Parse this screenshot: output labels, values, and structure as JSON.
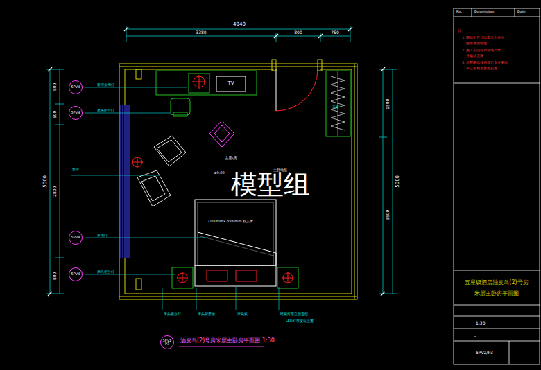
{
  "diagram": {
    "title": "油皮岛(2)号房米层主卧房平面图 1:30",
    "nodes": [
      {
        "text": [
          "5PV4"
        ]
      },
      {
        "text": [
          "5PV4"
        ]
      },
      {
        "text": [
          "5PV4"
        ]
      },
      {
        "text": [
          "5PV4"
        ]
      },
      {
        "text": [
          "5PV2",
          "P3"
        ]
      }
    ],
    "labels": [
      "4940",
      "3380",
      "800",
      "760",
      "5000",
      "800",
      "600",
      "2800",
      "800",
      "5000",
      "1500",
      "3500",
      "TV",
      "主卧房",
      "±0.00",
      "主卧地毯",
      "2100mm×2000mm 双人床",
      "模型组",
      "窗帘盒用灯",
      "床头柜台灯",
      "窗帘",
      "落地灯",
      "床头柜台灯",
      "床头柜台灯",
      "床头背景墙",
      "床头板",
      "暗藏灯带立面造型",
      "LED灯带安装位置",
      "衣柜",
      "No.",
      "Description",
      "Date",
      "注:",
      "1. 图纸中尺寸以毫米为单位",
      "图纸请勿缩放",
      "2. 施工前须核对现场尺寸",
      "并确认无误",
      "3. 所有图纸须与其它专业图纸",
      "平立面相互参照实施",
      "五星级酒店油皮岛(2)号房",
      "米层主卧房平面图",
      "1:30",
      "-",
      "5PV2/P3",
      "-"
    ]
  }
}
